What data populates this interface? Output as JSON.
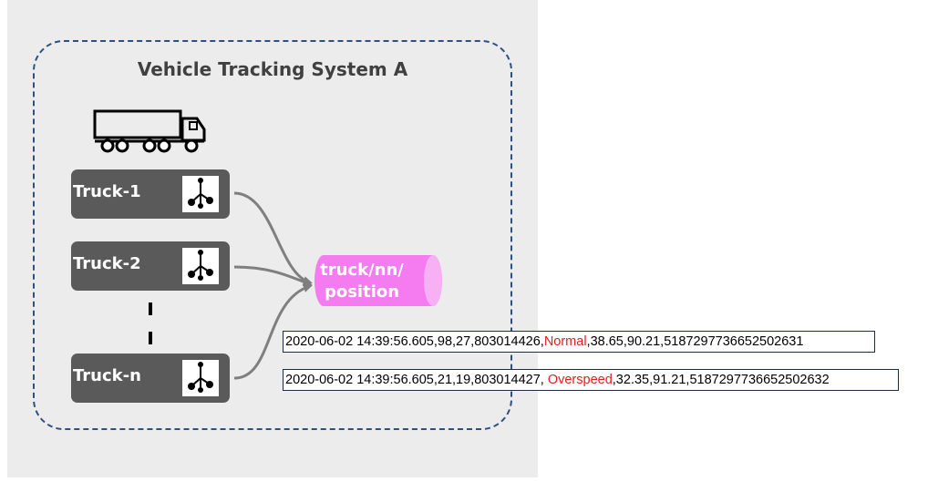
{
  "system": {
    "title": "Vehicle Tracking System A"
  },
  "trucks": [
    {
      "label": "Truck-1"
    },
    {
      "label": "Truck-2"
    },
    {
      "label": "Truck-n"
    }
  ],
  "topic": {
    "line1": "truck/nn/",
    "line2": "position",
    "color": "#f47cf0"
  },
  "messages": [
    {
      "prefix": "2020-06-02 14:39:56.605,98,27,803014426,",
      "status": "Normal",
      "suffix": ",38.65,90.21,5187297736652502631"
    },
    {
      "prefix": "2020-06-02 14:39:56.605,21,19,803014427, ",
      "status": "Overspeed",
      "suffix": ",32.35,91.21,5187297736652502632"
    }
  ],
  "icons": {
    "vehicle": "truck-icon",
    "node": "mqtt-node-icon"
  },
  "colors": {
    "panel": "#ececec",
    "border": "#2e4f7f",
    "truck_box": "#5a5a5a",
    "status": "#e02020",
    "arrow": "#7f7f7f"
  }
}
